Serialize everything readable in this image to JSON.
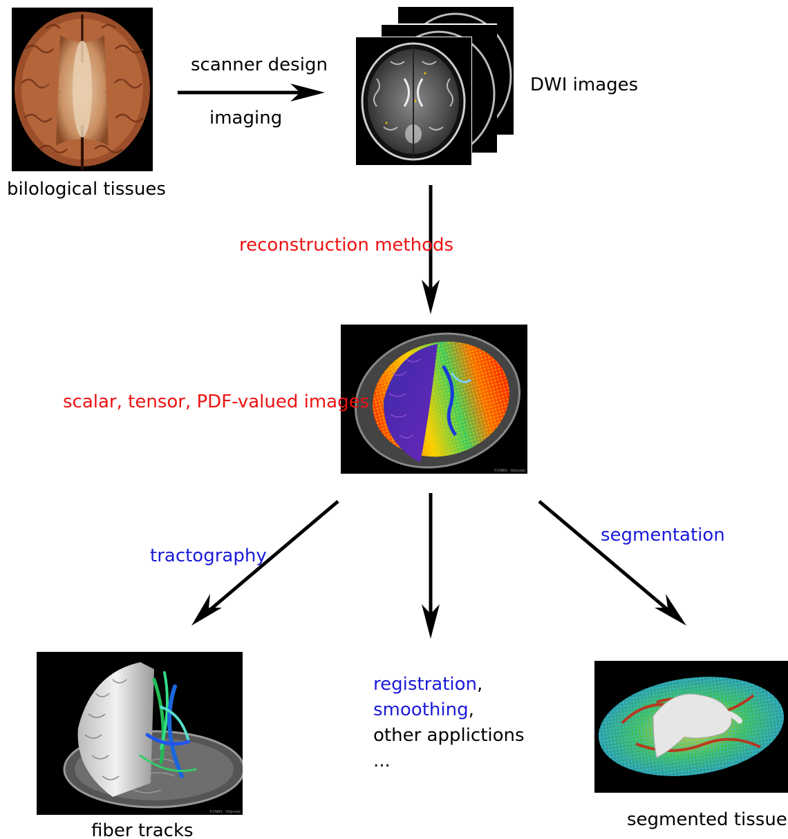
{
  "labels": {
    "biological_tissues": "bilological tissues",
    "scanner_design": "scanner design",
    "imaging": "imaging",
    "dwi_images": "DWI images",
    "reconstruction_methods": "reconstruction methods",
    "valued_images": "scalar, tensor, PDF-valued images",
    "tractography": "tractography",
    "segmentation": "segmentation",
    "registration": "registration",
    "smoothing": "smoothing",
    "comma": ",",
    "other_applications": "other applictions",
    "ellipsis": "...",
    "fiber_tracks": "fiber tracks",
    "segmented_tissues": "segmented tissues"
  },
  "colors": {
    "method_red": "#ee1111",
    "application_blue": "#1a1ad8",
    "arrow": "#000000"
  }
}
